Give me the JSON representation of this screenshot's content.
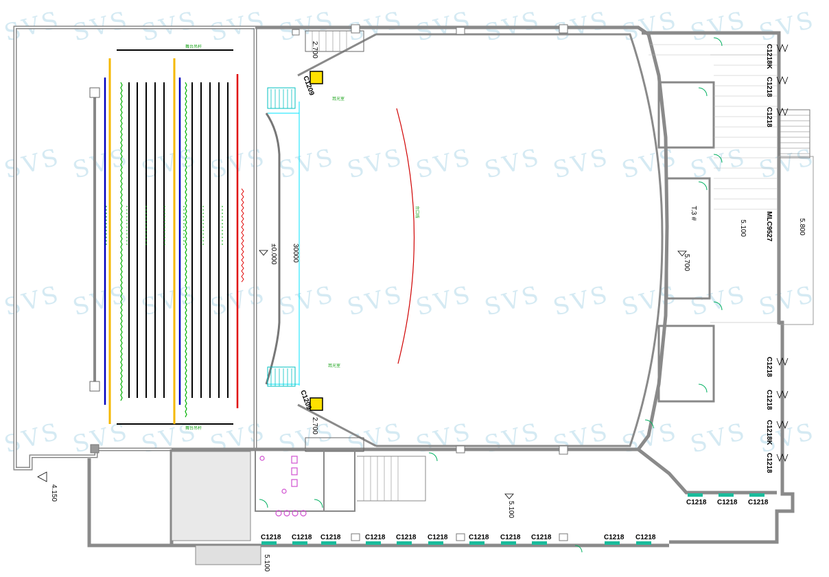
{
  "watermark": "SVS",
  "colors": {
    "wall": "#8a8a8a",
    "door": "#1abc9c",
    "grid_cyan": "#00e5ff",
    "green": "#00c000",
    "red": "#e00000",
    "yellow": "#f5b800",
    "blue": "#0000c0",
    "magenta": "#d050d0"
  },
  "stage_labels": {
    "level_stage": "±0.000",
    "stage_span": "30000",
    "top_bar_note": "舞台吊杆",
    "bottom_bar_note": "舞台吊杆",
    "proscenium_arc_note": "台口线",
    "stair_note_top": "耳光室",
    "stair_note_bottom": "耳光室"
  },
  "doors_stair": {
    "top": "C1209",
    "bottom": "C1209"
  },
  "levels": {
    "stair_top": "2.700",
    "stair_bottom": "2.700",
    "hall_right": "5.700",
    "corridor_right": "5.100",
    "dock_right": "5.800",
    "lobby": "5.100",
    "left_outside": "4.150",
    "bottom_ramp": "5.100",
    "lift_note": "T.3 #"
  },
  "right_windows": [
    "C1218K",
    "C1218",
    "C1218",
    "MLC9527",
    "C1218",
    "C1218",
    "C1218K",
    "C1218"
  ],
  "bottom_windows": [
    "C1218",
    "C1218",
    "C1218",
    "C1218",
    "C1218",
    "C1218",
    "C1218",
    "C1218",
    "C1218",
    "C1218",
    "C1218"
  ],
  "inner_windows": [
    "C1218",
    "C1218",
    "C1218"
  ]
}
